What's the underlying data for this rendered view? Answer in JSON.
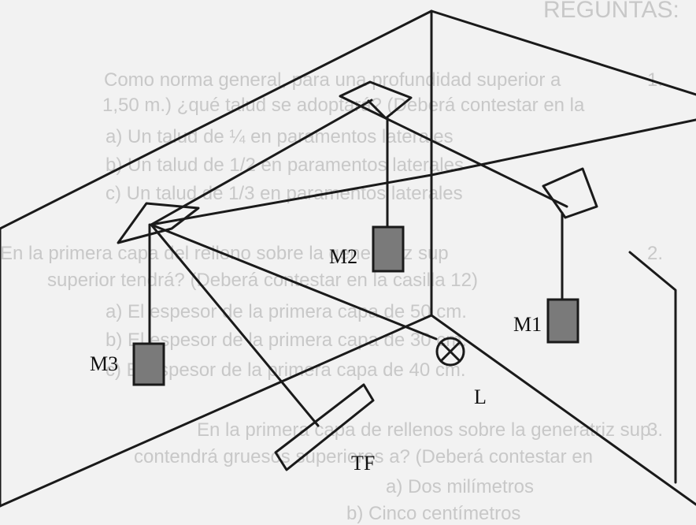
{
  "background_text": {
    "heading": "REGUNTAS:",
    "q1_num": "1.",
    "q1_line1": "Como norma general, para una profundidad superior a",
    "q1_line2": "1,50 m.) ¿qué talud se adoptará? (Deberá contestar en la",
    "q1_a": "a)  Un talud de ¼ en paramentos laterales",
    "q1_b": "b)  Un talud de 1/2 en paramentos laterales",
    "q1_c": "c)  Un talud de 1/3 en paramentos laterales",
    "q2_num": "2.",
    "q2_line1": "En la primera capa del relleno sobre la generatriz sup",
    "q2_line2": "superior tendrá? (Deberá contestar en la casilla 12)",
    "q2_a": "a)  El espesor de la primera capa de 50 cm.",
    "q2_b": "b)  El espesor de la primera capa de 30 cm.",
    "q2_c": "c)  El espesor de la primera capa de 40 cm.",
    "q3_num": "3.",
    "q3_line1": "En la primera capa de rellenos sobre la generatriz sup",
    "q3_line2": "contendrá gruesos superiores a? (Deberá contestar en",
    "q3_a": "a)  Dos milímetros",
    "q3_b": "b)  Cinco centímetros"
  },
  "diagram": {
    "labels": {
      "m1": "M1",
      "m2": "M2",
      "m3": "M3",
      "l": "L",
      "tf": "TF"
    },
    "colors": {
      "line": "#1a1a1a",
      "mass_fill": "#7a7a7a"
    }
  }
}
